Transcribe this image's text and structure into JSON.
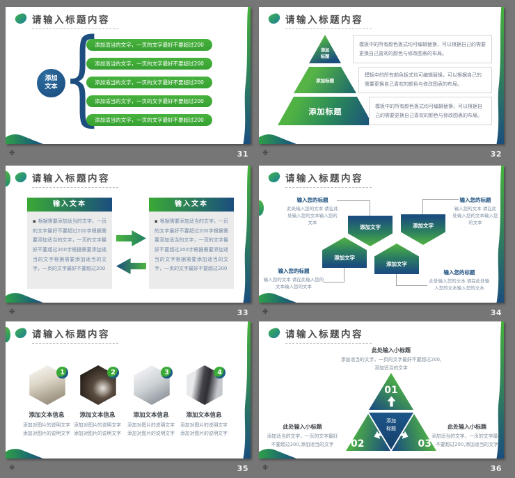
{
  "canvas": {
    "background": "#767676"
  },
  "colors": {
    "green": "#3aa935",
    "navy": "#1b4e7e",
    "title_gray": "#4c4c4c",
    "body_blue_gray": "#7b8ca1"
  },
  "footer": {
    "logo_glyph": "❉"
  },
  "slides": [
    {
      "number": "31",
      "title": "请输入标题内容",
      "brace": "{",
      "circle": {
        "line1": "添加",
        "line2": "文本"
      },
      "pills": [
        "添加适当的文字，一页的文字最好不要超过200",
        "添加适当的文字，一页的文字最好不要超过200",
        "添加适当的文字，一页的文字最好不要超过200",
        "添加适当的文字，一页的文字最好不要超过200",
        "添加适当的文字，一页的文字最好不要超过200"
      ]
    },
    {
      "number": "32",
      "title": "请输入标题内容",
      "pyramid": {
        "top_line1": "添加",
        "top_line2": "标题",
        "mid_label": "添加标题",
        "bottom_label": "添加标题"
      },
      "boxes": [
        "模板中的所有颜色板式均可编辑替换，可以根据自己的需要更换自己喜欢的颜色与修改图表的布局。",
        "模板中的所有颜色板式均可编辑替换，可以根据自己的需要更换自己喜欢的颜色与修改图表的布局。",
        "模板中的所有颜色板式均可编辑替换，可以根据自己的需要更换自己喜欢的颜色与修改图表的布局。"
      ]
    },
    {
      "number": "33",
      "title": "请输入标题内容",
      "bullet": "▪",
      "cards": [
        {
          "header": "输入文本",
          "body": "根据需要添加适当的文字，一页的文字最好不要超过200字根据需要添加适当的文字，一页的文字最好不要超过200字根据需要添加适当的文字根据需要添加适当的文字，一页的文字最好不要超过200"
        },
        {
          "header": "输入文本",
          "body": "根据需要添加适当的文字，一页的文字最好不要超过200字根据需要添加适当的文字，一页的文字最好不要超过200字根据需要添加适当的文字根据需要添加适当的文字，一页的文字最好不要超过200"
        }
      ]
    },
    {
      "number": "34",
      "title": "请输入标题内容",
      "shapes": [
        "添加文字",
        "添加文字",
        "添加文字",
        "添加文字"
      ],
      "callouts": [
        {
          "title": "输入您的标题",
          "body": "此处输入您的文本 请在此处输入您的文本输入您的文本"
        },
        {
          "title": "输入您的标题",
          "body": "输入您的文本 请在此处输入您的文本输入您的文本"
        },
        {
          "title": "输入您的标题",
          "body": "输入您的文本 请在此输入您的文本输入您的文本"
        },
        {
          "title": "输入您的标题",
          "body": "此处输入您的文本 请在此处输入您的文本输入您的文本"
        }
      ]
    },
    {
      "number": "35",
      "title": "请输入标题内容",
      "items": [
        {
          "badge": "1",
          "photo": "office-team-photo",
          "title": "添加文本信息",
          "caption1": "添加对图片的说明文字",
          "caption2": "添加对图片的说明文字"
        },
        {
          "badge": "2",
          "photo": "projector-photo",
          "title": "添加文本信息",
          "caption1": "添加对图片的说明文字",
          "caption2": "添加对图片的说明文字"
        },
        {
          "badge": "3",
          "photo": "business-discussion-photo",
          "title": "添加文本信息",
          "caption1": "添加对图片的说明文字",
          "caption2": "添加对图片的说明文字"
        },
        {
          "badge": "4",
          "photo": "businessman-photo",
          "title": "添加文本信息",
          "caption1": "添加对图片的说明文字",
          "caption2": "添加对图片的说明文字"
        }
      ]
    },
    {
      "number": "36",
      "title": "请输入标题内容",
      "center": {
        "line1": "添加",
        "line2": "标题"
      },
      "triangles": [
        {
          "num": "01"
        },
        {
          "num": "02"
        },
        {
          "num": "03"
        }
      ],
      "callouts": [
        {
          "title": "此处输入小标题",
          "body": "添加适当的文字，一页的文字最好不要超过200,添加适当的文字"
        },
        {
          "title": "此处输入小标题",
          "body": "添加适当的文字，一页的文字最好不要超过200,添加适当的文字"
        },
        {
          "title": "此处输入小标题",
          "body": "添加适当的文字，一页的文字最好不要超过200,添加适当的文字"
        }
      ]
    }
  ]
}
